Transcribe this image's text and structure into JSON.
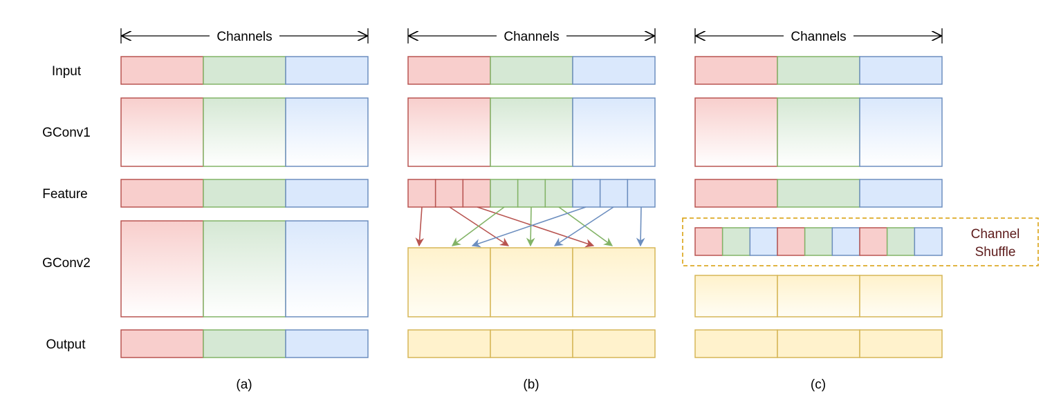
{
  "row_labels": {
    "input": "Input",
    "gconv1": "GConv1",
    "feature": "Feature",
    "gconv2": "GConv2",
    "output": "Output"
  },
  "panels": [
    {
      "axis_label": "Channels",
      "caption": "(a)"
    },
    {
      "axis_label": "Channels",
      "caption": "(b)"
    },
    {
      "axis_label": "Channels",
      "caption": "(c)",
      "shuffle_label": [
        "Channel",
        "Shuffle"
      ]
    }
  ],
  "colors": {
    "red_fill": "#f8cecc",
    "red_stroke": "#b85450",
    "green_fill": "#d5e8d4",
    "green_stroke": "#82b366",
    "blue_fill": "#dae8fc",
    "blue_stroke": "#6c8ebf",
    "yellow_fill": "#fff2cc",
    "yellow_stroke": "#d6b656",
    "shuffle_box_stroke": "#d79b00",
    "shuffle_text": "#5c1a1a"
  }
}
